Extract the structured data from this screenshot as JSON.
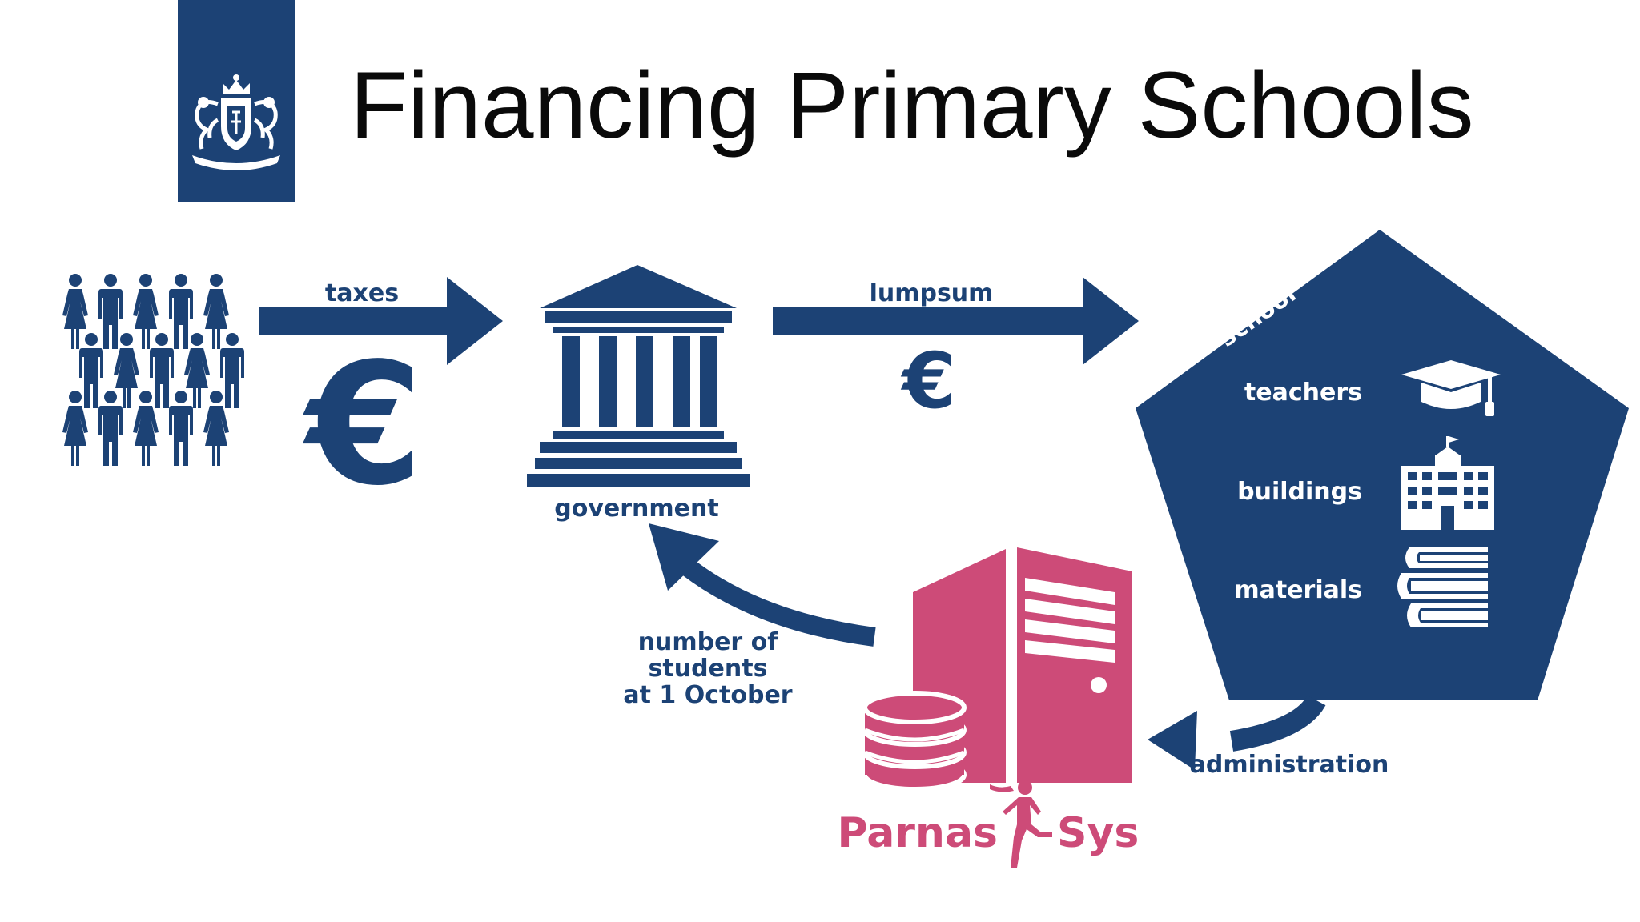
{
  "title": "Financing Primary Schools",
  "colors": {
    "navy": "#1c4275",
    "pink": "#cd4b78",
    "title": "#0a0a0a",
    "background": "#ffffff"
  },
  "icons": {
    "logo": "royal-coat-of-arms-icon",
    "citizens": "people-group-icon",
    "government": "government-building-icon",
    "teachers": "graduation-cap-icon",
    "buildings": "school-building-icon",
    "materials": "books-stack-icon",
    "parnassys": "server-database-icon"
  },
  "flow": {
    "taxes_label": "taxes",
    "taxes_currency": "€",
    "government_label": "government",
    "lumpsum_label": "lumpsum",
    "lumpsum_currency": "€",
    "students_label": {
      "line1": "number of",
      "line2": "students",
      "line3": "at 1 October"
    },
    "administration_label": "administration"
  },
  "school": {
    "label": "school",
    "items": [
      {
        "label": "teachers",
        "icon": "graduation-cap-icon"
      },
      {
        "label": "buildings",
        "icon": "school-building-icon"
      },
      {
        "label": "materials",
        "icon": "books-stack-icon"
      }
    ]
  },
  "parnassys": {
    "name_left": "Parnas",
    "name_right": "Sys"
  }
}
